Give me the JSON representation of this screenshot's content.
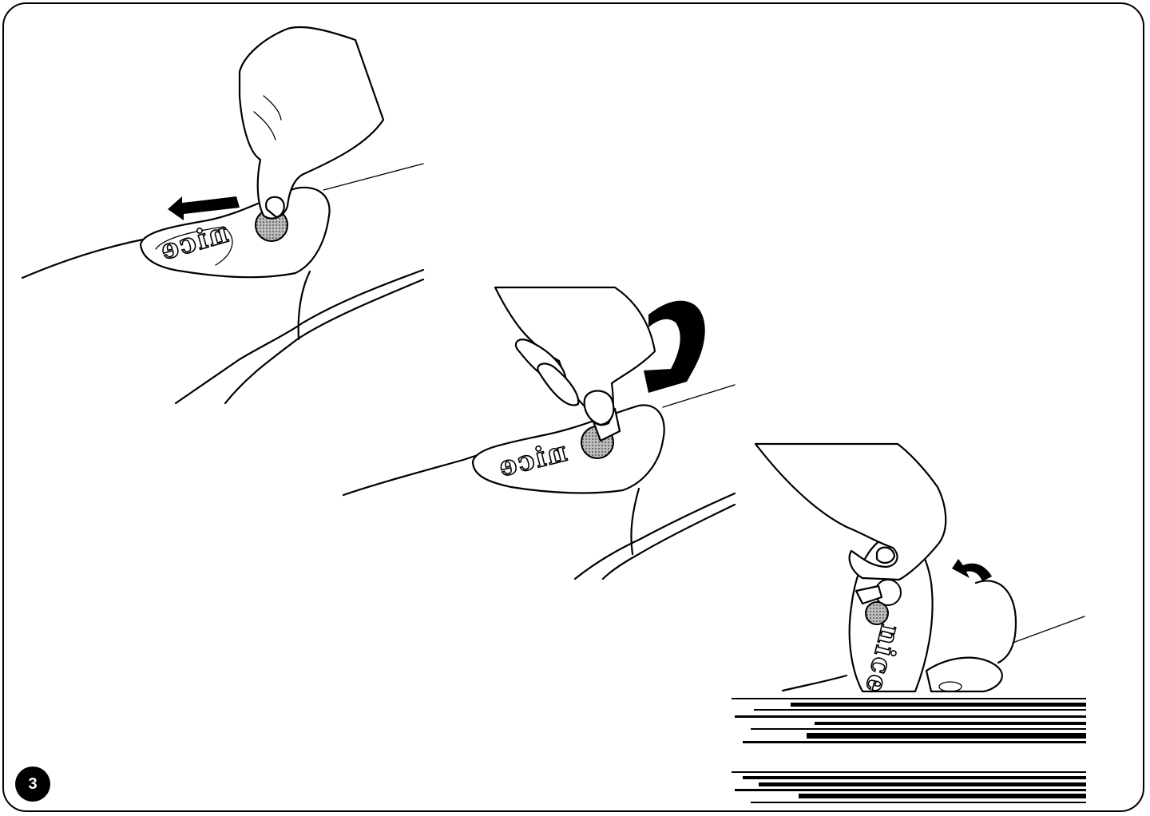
{
  "figure": {
    "step_number": "3",
    "logo_text": "nice",
    "panels": [
      {
        "id": "panel-1",
        "action": "press-release-button",
        "arrow_direction": "left"
      },
      {
        "id": "panel-2",
        "action": "turn-key",
        "arrow_direction": "clockwise"
      },
      {
        "id": "panel-3",
        "action": "lift-cover",
        "arrow_direction": "up"
      }
    ],
    "colors": {
      "line": "#000000",
      "background": "#ffffff",
      "button_fill": "#8a8a8a"
    }
  }
}
